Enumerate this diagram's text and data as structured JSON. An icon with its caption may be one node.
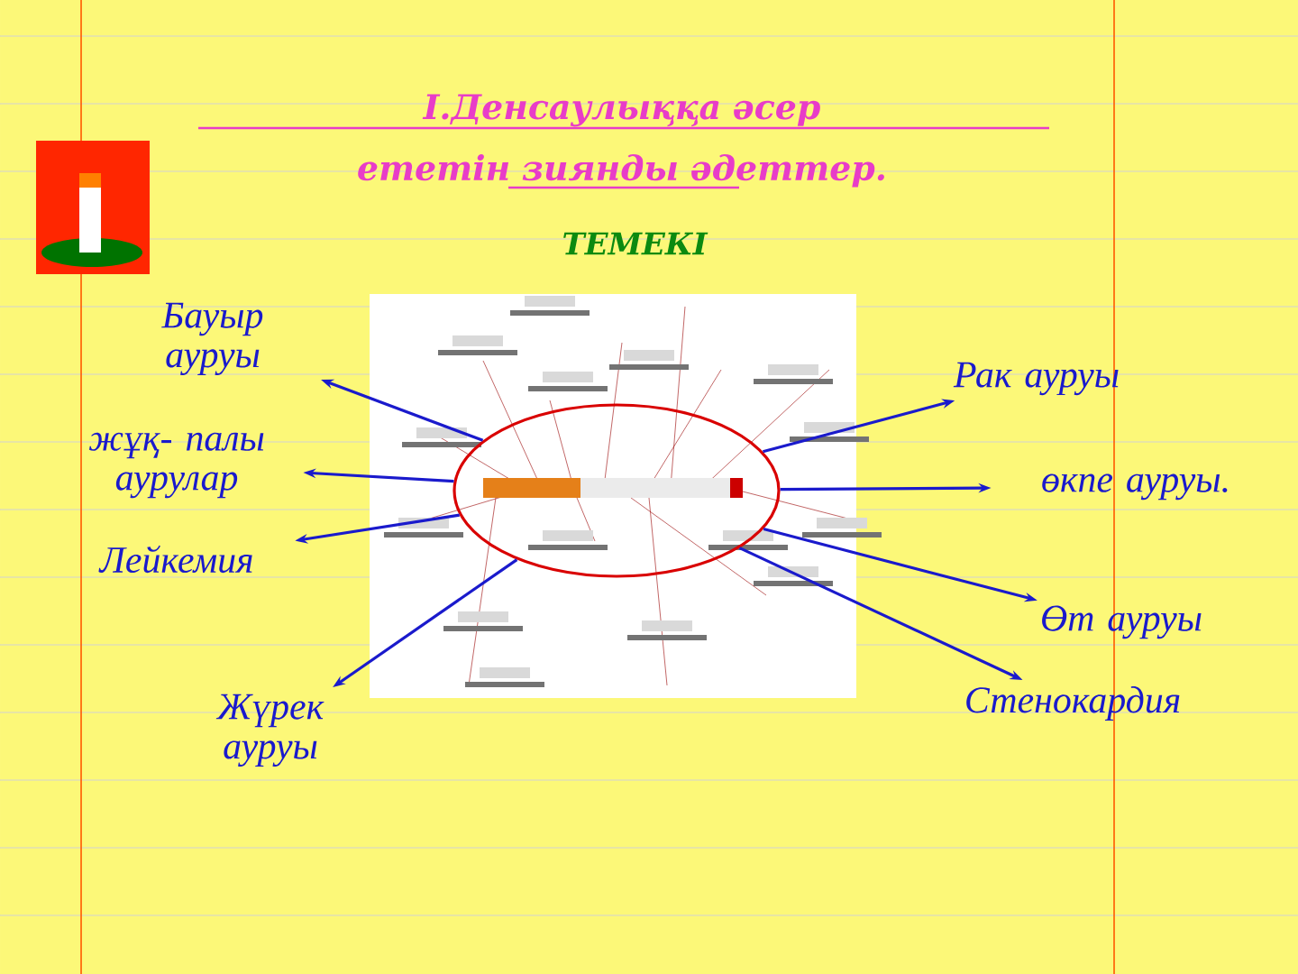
{
  "diagram": {
    "title": "I.Денсаулыққа әсер ететін зиянды әдеттер.",
    "nodes": [
      {
        "text": [],
        "shape": "circle"
      },
      {
        "text": [
          "Бауыр ауруы"
        ]
      },
      {
        "text": [
          "жұқ- палы аурулар"
        ]
      },
      {
        "text": [
          "Лейкемия"
        ]
      },
      {
        "text": [
          "Жүрек ауруы"
        ]
      },
      {
        "text": [
          "Рак ауруы"
        ]
      },
      {
        "text": [
          "өкпе ауруы."
        ]
      },
      {
        "text": [
          "Өт ауруы"
        ]
      },
      {
        "text": [
          "Стенокардия"
        ]
      }
    ],
    "edges": [
      {
        "from": 0,
        "to": 1,
        "arrow": "to"
      },
      {
        "from": 0,
        "to": 2,
        "arrow": "to"
      },
      {
        "from": 0,
        "to": 3,
        "arrow": "to"
      },
      {
        "from": 0,
        "to": 4,
        "arrow": "to"
      },
      {
        "from": 0,
        "to": 5,
        "arrow": "to"
      },
      {
        "from": 0,
        "to": 6,
        "arrow": "to"
      },
      {
        "from": 0,
        "to": 7,
        "arrow": "to"
      },
      {
        "from": 0,
        "to": 8,
        "arrow": "to"
      }
    ],
    "labels": [
      "ТЕМЕКІ"
    ]
  }
}
